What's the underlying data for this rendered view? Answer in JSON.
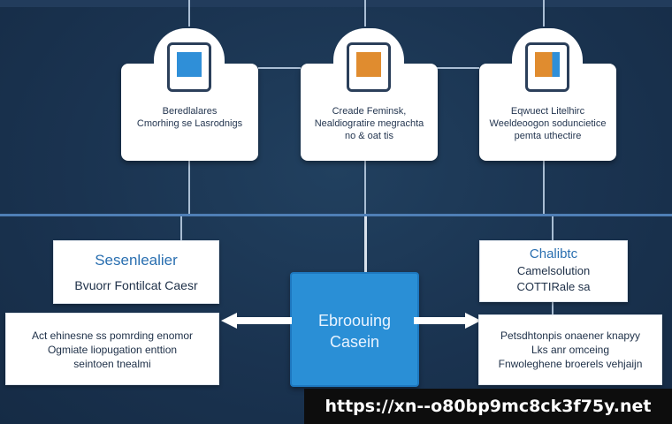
{
  "colors": {
    "background": "#1b3553",
    "main_line": "#4f7fb6",
    "accent_blue": "#2a8fd6",
    "accent_orange": "#e08c2f"
  },
  "top_cards": [
    {
      "line1": "Beredlalares",
      "line2": "Cmorhing se Lasrodnigs",
      "line3": "",
      "icon": "blue-square-icon"
    },
    {
      "line1": "Creade Feminsk,",
      "line2": "Nealdiogratire megrachta",
      "line3": "no & oat tis",
      "icon": "orange-square-icon"
    },
    {
      "line1": "Eqwuect Litelhirc",
      "line2": "Weeldeoogon soduncietice",
      "line3": "pemta uthectire",
      "icon": "orange-blue-square-icon"
    }
  ],
  "left_top_box": {
    "title": "Sesenlealier",
    "subtitle": "Bvuorr Fontilcat Caesr"
  },
  "left_bottom_box": {
    "line1": "Act ehinesne ss pomrding enomor",
    "line2": "Ogmiate liopugation enttion",
    "line3": "seintoen tnealmi"
  },
  "center_box": {
    "line1": "Ebroouing",
    "line2": "Casein"
  },
  "right_top_box": {
    "line1": "Chalibtc",
    "line2": "Camelsolution",
    "line3": "COTTIRale sa"
  },
  "right_bottom_box": {
    "line1": "Petsdhtonpis onaener knapyy",
    "line2": "Lks anr omceing",
    "line3": "Fnwoleghene broerels vehjaijn"
  },
  "watermark": "https://xn--o80bp9mc8ck3f75y.net"
}
